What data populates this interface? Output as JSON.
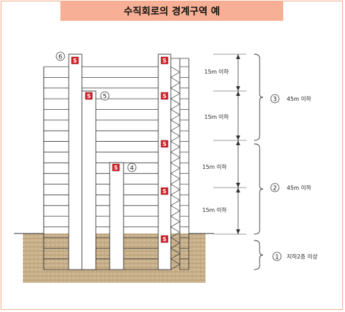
{
  "title": "수직회로의 경계구역 예",
  "colors": {
    "frame": "#f4a78a",
    "title_bg": "#f7b095",
    "sensor": "#d51f26",
    "ground": "#c7b08a"
  },
  "sensor_label": "S",
  "shafts": [
    {
      "number": "6"
    },
    {
      "number": "5"
    },
    {
      "number": "4"
    }
  ],
  "spans": [
    {
      "label": "15m 이하"
    },
    {
      "label": "15m 이하"
    },
    {
      "label": "15m 이하"
    },
    {
      "label": "15m 이하"
    }
  ],
  "zones": [
    {
      "number": "3",
      "label": "45m 이하"
    },
    {
      "number": "2",
      "label": "45m 이하"
    },
    {
      "number": "1",
      "label": "지하2층 이상"
    }
  ]
}
